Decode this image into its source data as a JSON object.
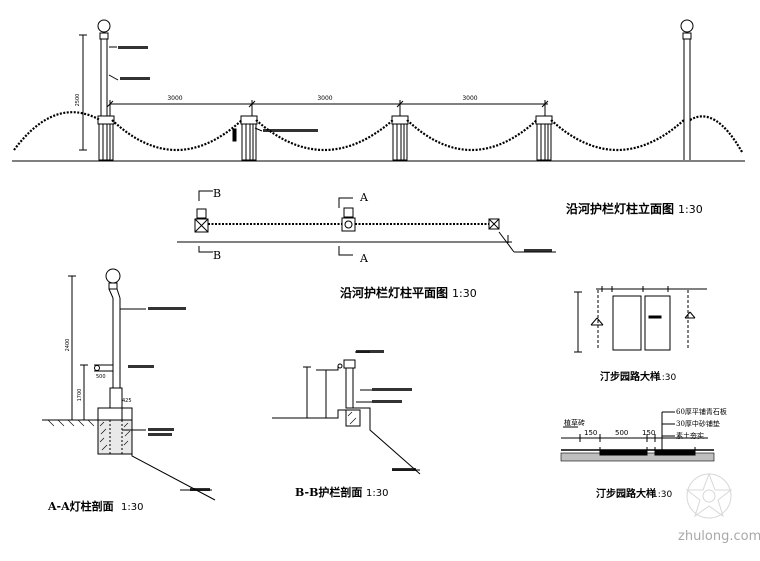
{
  "elevation": {
    "title": "沿河护栏灯柱立面图",
    "scale": "1:30",
    "dims": [
      "3000",
      "3000",
      "3000"
    ],
    "height_dim": "2500"
  },
  "plan": {
    "title": "沿河护栏灯柱平面图",
    "scale": "1:30",
    "mark_b": "B",
    "mark_a": "A"
  },
  "section_a": {
    "title": "A-A灯柱剖面",
    "scale": "1:30",
    "dims": [
      "2400",
      "1700",
      "500",
      "425"
    ]
  },
  "section_b": {
    "title": "B-B护栏剖面",
    "scale": "1:30"
  },
  "step_detail": {
    "title": "汀步园路大样",
    "scale": "1:30"
  },
  "step_section": {
    "title": "汀步园路大样",
    "scale": "1:30",
    "dims": [
      "150",
      "500",
      "150"
    ],
    "layers": [
      "60厚平铺青石板",
      "30厚中砂铺垫",
      "素土夯实"
    ],
    "left_label": "植草砖"
  },
  "watermark": {
    "text": "zhulong.com"
  }
}
